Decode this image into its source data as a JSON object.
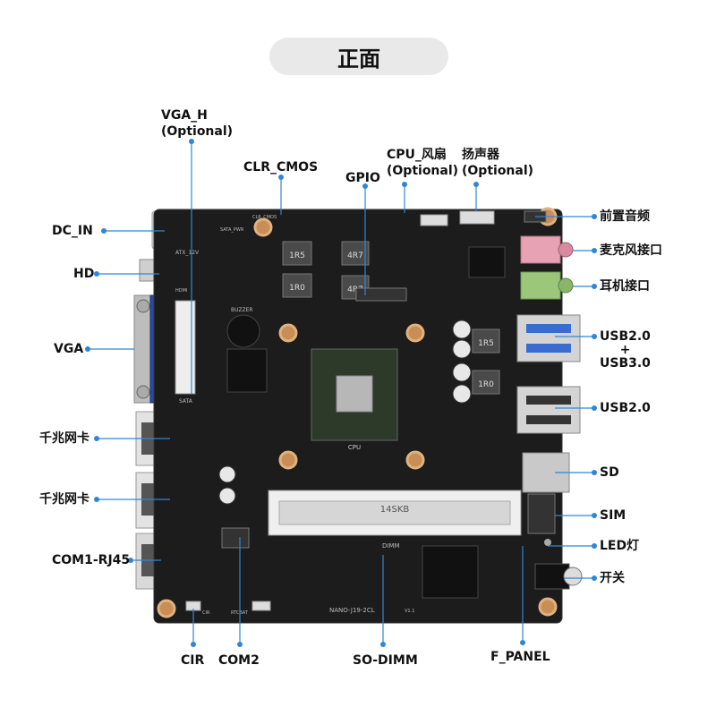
{
  "title": "正面",
  "labels": {
    "vga_h": [
      "VGA_H",
      "(Optional)"
    ],
    "clr_cmos": "CLR_CMOS",
    "gpio": "GPIO",
    "cpu_fan": [
      "CPU_风扇",
      "(Optional)"
    ],
    "speaker": [
      "扬声器",
      "(Optional)"
    ],
    "dc_in": "DC_IN",
    "hd": "HD",
    "vga": "VGA",
    "lan1": "千兆网卡",
    "lan2": "千兆网卡",
    "com1": "COM1-RJ45",
    "front_audio": "前置音频",
    "mic": "麦克风接口",
    "headphone": "耳机接口",
    "usb_combo": [
      "USB2.0",
      "+",
      "USB3.0"
    ],
    "usb2": "USB2.0",
    "sd": "SD",
    "sim": "SIM",
    "led": "LED灯",
    "switch": "开关",
    "cir": "CIR",
    "com2": "COM2",
    "so_dimm": "SO-DIMM",
    "f_panel": "F_PANEL"
  },
  "board_marks": {
    "model": "NANO-J19-2CL",
    "cpu": "CPU",
    "dimm": "DIMM",
    "choke_a": "1R5",
    "choke_b": "4R7",
    "choke_c": "1R0",
    "choke_d": "4R7",
    "choke_e": "1R5",
    "choke_f": "1R0",
    "slot_code": "14SKB",
    "atx": "ATX_12V",
    "buzzer": "BUZZER",
    "sata": "SATA",
    "clr_mark": "CLR_CMOS",
    "sata_pwr": "SATA_PWR",
    "hdmi": "HDMI",
    "cir_mark": "CIR",
    "rtc_mark": "RTCBAT",
    "ver": "V1.1"
  },
  "colors": {
    "board": "#1c1c1c",
    "leader": "#2f86d6",
    "pill": "#e9e9e9",
    "vga_blue": "#2a49a6",
    "mic_pink": "#e7a2b3",
    "headphone_green": "#9cc77a",
    "usb_blue": "#3a6bd0"
  }
}
